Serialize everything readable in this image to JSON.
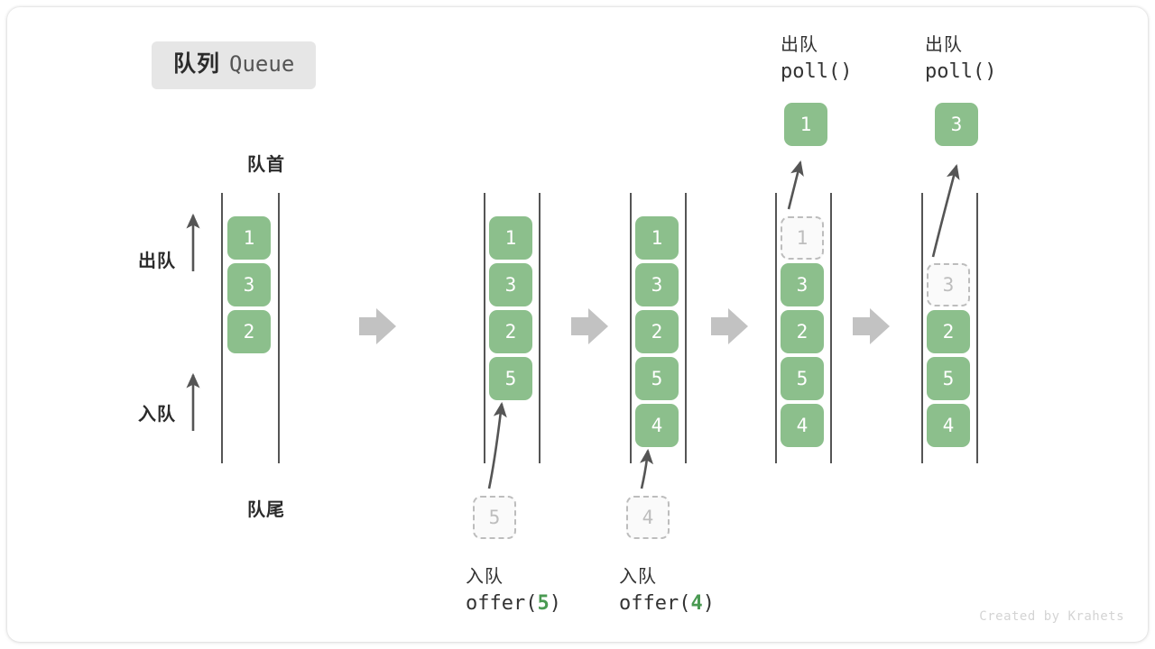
{
  "title": {
    "cn": "队列",
    "en": "Queue"
  },
  "labels": {
    "head": "队首",
    "tail": "队尾",
    "dequeue": "出队",
    "enqueue": "入队"
  },
  "credit": "Created by Krahets",
  "colors": {
    "element_fill": "#8cbf8c",
    "element_text": "#ffffff",
    "ghost_border": "#bdbdbd",
    "ghost_text": "#bdbdbd",
    "rail": "#555555",
    "arrow": "#555555",
    "step_arrow": "#c2c2c2",
    "badge_bg": "#e6e6e6",
    "accent_green": "#4a9a52"
  },
  "operations": [
    {
      "id": "offer5",
      "cn": "入队",
      "code_prefix": "offer(",
      "arg": "5",
      "code_suffix": ")"
    },
    {
      "id": "offer4",
      "cn": "入队",
      "code_prefix": "offer(",
      "arg": "4",
      "code_suffix": ")"
    },
    {
      "id": "poll1",
      "cn": "出队",
      "code_prefix": "poll(",
      "arg": "",
      "code_suffix": ")"
    },
    {
      "id": "poll2",
      "cn": "出队",
      "code_prefix": "poll(",
      "arg": "",
      "code_suffix": ")"
    }
  ],
  "columns": [
    {
      "id": "state-0",
      "name": "initial-queue",
      "slots": [
        {
          "value": "1",
          "state": "filled"
        },
        {
          "value": "3",
          "state": "filled"
        },
        {
          "value": "2",
          "state": "filled"
        },
        {
          "value": "",
          "state": "empty"
        },
        {
          "value": "",
          "state": "empty"
        }
      ],
      "pending": null,
      "popped": null
    },
    {
      "id": "state-1",
      "name": "after-offer-5",
      "slots": [
        {
          "value": "1",
          "state": "filled"
        },
        {
          "value": "3",
          "state": "filled"
        },
        {
          "value": "2",
          "state": "filled"
        },
        {
          "value": "5",
          "state": "filled"
        },
        {
          "value": "",
          "state": "empty"
        }
      ],
      "pending": {
        "value": "5",
        "state": "ghost"
      },
      "popped": null
    },
    {
      "id": "state-2",
      "name": "after-offer-4",
      "slots": [
        {
          "value": "1",
          "state": "filled"
        },
        {
          "value": "3",
          "state": "filled"
        },
        {
          "value": "2",
          "state": "filled"
        },
        {
          "value": "5",
          "state": "filled"
        },
        {
          "value": "4",
          "state": "filled"
        }
      ],
      "pending": {
        "value": "4",
        "state": "ghost"
      },
      "popped": null
    },
    {
      "id": "state-3",
      "name": "after-poll-1",
      "slots": [
        {
          "value": "1",
          "state": "ghost"
        },
        {
          "value": "3",
          "state": "filled"
        },
        {
          "value": "2",
          "state": "filled"
        },
        {
          "value": "5",
          "state": "filled"
        },
        {
          "value": "4",
          "state": "filled"
        }
      ],
      "pending": null,
      "popped": {
        "value": "1",
        "state": "filled"
      }
    },
    {
      "id": "state-4",
      "name": "after-poll-3",
      "slots": [
        {
          "value": "",
          "state": "empty"
        },
        {
          "value": "3",
          "state": "ghost"
        },
        {
          "value": "2",
          "state": "filled"
        },
        {
          "value": "5",
          "state": "filled"
        },
        {
          "value": "4",
          "state": "filled"
        }
      ],
      "pending": null,
      "popped": {
        "value": "3",
        "state": "filled"
      }
    }
  ]
}
